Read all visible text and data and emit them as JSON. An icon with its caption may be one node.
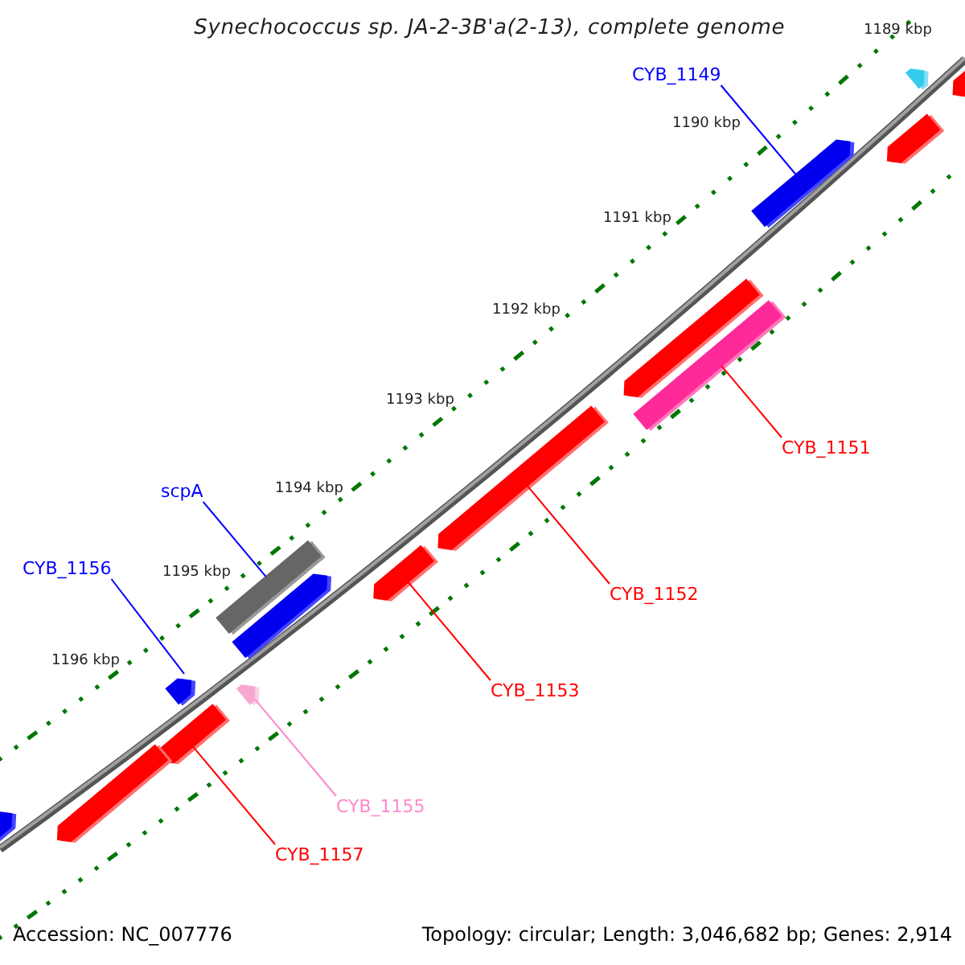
{
  "diagram": {
    "title": "Synechococcus sp. JA-2-3B'a(2-13), complete genome",
    "nodes": [
      {
        "text": [
          "CYB_1149"
        ]
      },
      {
        "text": [],
        "shape": "arrow"
      },
      {
        "text": [
          "CYB_1151"
        ]
      },
      {
        "text": [],
        "shape": "bar"
      },
      {
        "text": [
          "scpA"
        ]
      },
      {
        "text": [],
        "shape": "bar"
      },
      {
        "text": [
          "CYB_1156"
        ]
      },
      {
        "text": [],
        "shape": "arrow"
      },
      {
        "text": [
          "CYB_1152"
        ]
      },
      {
        "text": [],
        "shape": "arrow"
      },
      {
        "text": [
          "CYB_1153"
        ]
      },
      {
        "text": [],
        "shape": "arrow"
      },
      {
        "text": [
          "CYB_1155"
        ]
      },
      {
        "text": [],
        "shape": "arrow"
      },
      {
        "text": [
          "CYB_1157"
        ]
      },
      {
        "text": [],
        "shape": "arrow"
      },
      {
        "text": [],
        "shape": "arrow"
      },
      {
        "text": [],
        "shape": "arrow"
      },
      {
        "text": [],
        "shape": "arrow"
      },
      {
        "text": [],
        "shape": "arrow"
      },
      {
        "text": [],
        "shape": "arrow"
      },
      {
        "text": [],
        "shape": "arrow"
      },
      {
        "text": [],
        "shape": "arrow"
      }
    ],
    "edges": [
      {
        "from": 0,
        "to": 1,
        "arrow": "none",
        "color": "#0000ff"
      },
      {
        "from": 2,
        "to": 3,
        "arrow": "none"
      },
      {
        "from": 4,
        "to": 5,
        "arrow": "none",
        "color": "#0000ff"
      },
      {
        "from": 6,
        "to": 7,
        "arrow": "none",
        "color": "#0000ff"
      },
      {
        "from": 8,
        "to": 9,
        "arrow": "none"
      },
      {
        "from": 10,
        "to": 11,
        "arrow": "none"
      },
      {
        "from": 12,
        "to": 13,
        "arrow": "none",
        "color": "#ff88cc"
      },
      {
        "from": 14,
        "to": 15,
        "arrow": "none"
      }
    ],
    "labels": [
      "1189 kbp",
      "1190 kbp",
      "1191 kbp",
      "1192 kbp",
      "1193 kbp",
      "1194 kbp",
      "1195 kbp",
      "1196 kbp",
      "Accession: NC_007776",
      "Topology: circular; Length: 3,046,682 bp; Genes: 2,914"
    ]
  }
}
